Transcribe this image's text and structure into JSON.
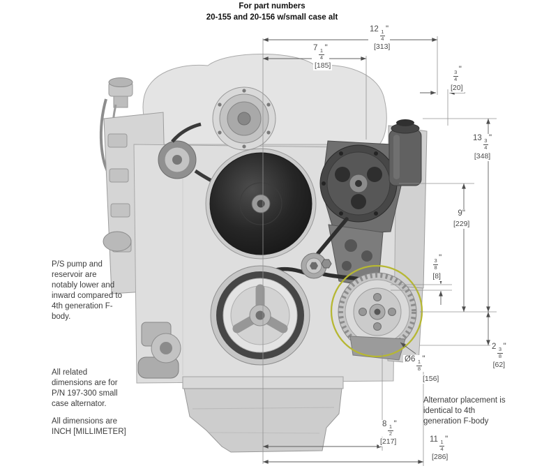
{
  "title": {
    "line1": "For part numbers",
    "line2": "20-155 and 20-156 w/small case alt"
  },
  "notes": {
    "ps_pump": "P/S pump and reservoir are notably lower and inward compared to 4th generation F-body.",
    "related": "All related dimensions are for P/N 197-300 small case alternator.",
    "units": "All dimensions are INCH [MILLIMETER]",
    "alternator": "Alternator placement is identical to 4th generation F-body"
  },
  "dims": {
    "d12": {
      "whole": "12",
      "num": "1",
      "den": "4",
      "in": "\"",
      "mm": "[313]"
    },
    "d7": {
      "whole": "7",
      "num": "1",
      "den": "4",
      "in": "\"",
      "mm": "[185]"
    },
    "d34": {
      "num": "3",
      "den": "4",
      "in": "\"",
      "mm": "[20]"
    },
    "d13": {
      "whole": "13",
      "num": "3",
      "den": "4",
      "in": "\"",
      "mm": "[348]"
    },
    "d9": {
      "whole": "9",
      "in": "\"",
      "mm": "[229]"
    },
    "d38": {
      "num": "3",
      "den": "8",
      "in": "\"",
      "mm": "[8]"
    },
    "d238": {
      "whole": "2",
      "num": "3",
      "den": "8",
      "in": "\"",
      "mm": "[62]"
    },
    "d618": {
      "prefix": "Ø",
      "whole": "6",
      "num": "1",
      "den": "8",
      "in": "\"",
      "mm": "[156]"
    },
    "d812": {
      "whole": "8",
      "num": "1",
      "den": "2",
      "in": "\"",
      "mm": "[217]"
    },
    "d1114": {
      "whole": "11",
      "num": "1",
      "den": "4",
      "in": "\"",
      "mm": "[286]"
    }
  },
  "colors": {
    "highlight": "#b6b733",
    "dimension": "#5f5f5f"
  }
}
